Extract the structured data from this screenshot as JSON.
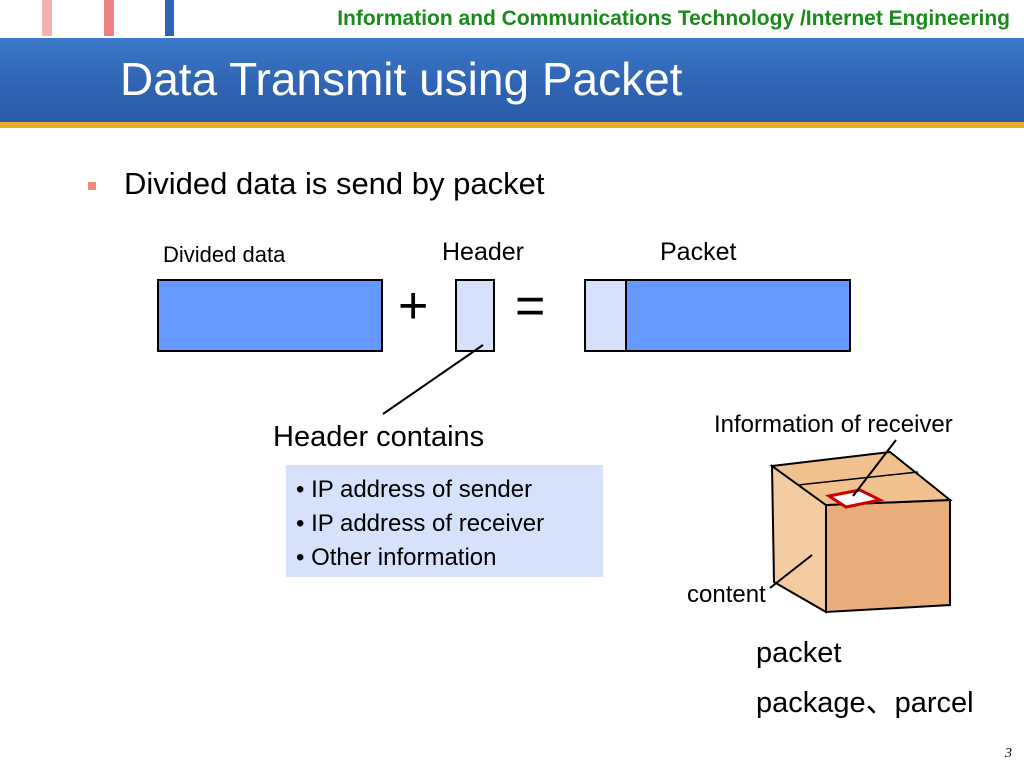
{
  "header": {
    "course": "Information and Communications Technology /Internet Engineering",
    "title": "Data Transmit using Packet"
  },
  "bullet": "Divided data is send by packet",
  "diagram": {
    "divided_data_label": "Divided data",
    "header_label": "Header",
    "packet_label": "Packet",
    "plus": "+",
    "equals": "=",
    "header_contains_label": "Header contains",
    "contains_items": [
      "• IP address of sender",
      "• IP address of receiver",
      "• Other information"
    ],
    "info_receiver_label": "Information of receiver",
    "content_label": "content",
    "packet_word": "packet",
    "package_word": "package、parcel"
  },
  "colors": {
    "data_block": "#6699ff",
    "header_block": "#d6e1fb",
    "title_bar": "#2f63b3",
    "course_text": "#1a8a1a",
    "box_side": "#eeb98a",
    "box_front": "#f3cba0"
  },
  "page_number": "3"
}
